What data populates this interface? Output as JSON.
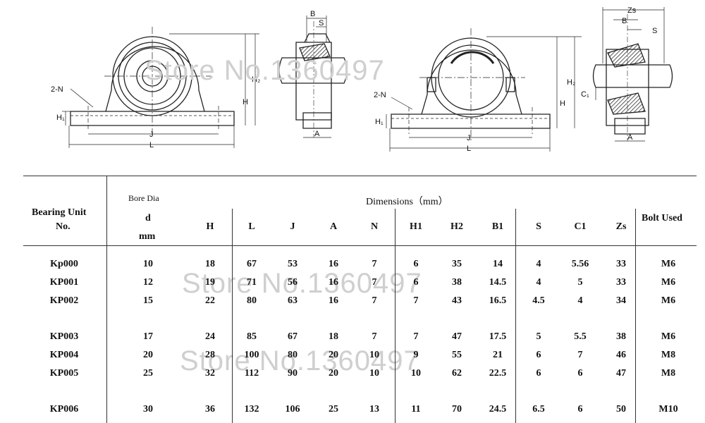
{
  "drawings": {
    "left_front": {
      "labels": {
        "n": "2-N",
        "h1": "H₁",
        "h": "H",
        "h2": "H₂",
        "j": "J",
        "l": "L"
      }
    },
    "left_side": {
      "labels": {
        "b": "B",
        "s": "S",
        "a": "A"
      }
    },
    "right_front": {
      "labels": {
        "n": "2-N",
        "h1": "H₁",
        "h": "H",
        "h2": "H₂",
        "j": "J",
        "l": "L"
      }
    },
    "right_side": {
      "labels": {
        "zs": "Zs",
        "b": "B",
        "s": "S",
        "c1": "C₁",
        "a": "A"
      }
    }
  },
  "watermark": "Store No.1360497",
  "table": {
    "header_bearing_unit": "Bearing Unit",
    "header_no": "No.",
    "header_bore_dia": "Bore Dia",
    "header_d": "d",
    "header_mm": "mm",
    "header_dimensions": "Dimensions（mm）",
    "header_bolt_used": "Bolt Used",
    "columns": [
      "H",
      "L",
      "J",
      "A",
      "N",
      "H1",
      "H2",
      "B1",
      "S",
      "C1",
      "Zs"
    ],
    "rows": [
      {
        "unit": "Kp000",
        "d": "10",
        "H": "18",
        "L": "67",
        "J": "53",
        "A": "16",
        "N": "7",
        "H1": "6",
        "H2": "35",
        "B1": "14",
        "S": "4",
        "C1": "5.56",
        "Zs": "33",
        "bolt": "M6"
      },
      {
        "unit": "KP001",
        "d": "12",
        "H": "19",
        "L": "71",
        "J": "56",
        "A": "16",
        "N": "7",
        "H1": "6",
        "H2": "38",
        "B1": "14.5",
        "S": "4",
        "C1": "5",
        "Zs": "33",
        "bolt": "M6"
      },
      {
        "unit": "KP002",
        "d": "15",
        "H": "22",
        "L": "80",
        "J": "63",
        "A": "16",
        "N": "7",
        "H1": "7",
        "H2": "43",
        "B1": "16.5",
        "S": "4.5",
        "C1": "4",
        "Zs": "34",
        "bolt": "M6"
      },
      {
        "unit": "KP003",
        "d": "17",
        "H": "24",
        "L": "85",
        "J": "67",
        "A": "18",
        "N": "7",
        "H1": "7",
        "H2": "47",
        "B1": "17.5",
        "S": "5",
        "C1": "5.5",
        "Zs": "38",
        "bolt": "M6"
      },
      {
        "unit": "KP004",
        "d": "20",
        "H": "28",
        "L": "100",
        "J": "80",
        "A": "20",
        "N": "10",
        "H1": "9",
        "H2": "55",
        "B1": "21",
        "S": "6",
        "C1": "7",
        "Zs": "46",
        "bolt": "M8"
      },
      {
        "unit": "KP005",
        "d": "25",
        "H": "32",
        "L": "112",
        "J": "90",
        "A": "20",
        "N": "10",
        "H1": "10",
        "H2": "62",
        "B1": "22.5",
        "S": "6",
        "C1": "6",
        "Zs": "47",
        "bolt": "M8"
      },
      {
        "unit": "KP006",
        "d": "30",
        "H": "36",
        "L": "132",
        "J": "106",
        "A": "25",
        "N": "13",
        "H1": "11",
        "H2": "70",
        "B1": "24.5",
        "S": "6.5",
        "C1": "6",
        "Zs": "50",
        "bolt": "M10"
      }
    ]
  }
}
